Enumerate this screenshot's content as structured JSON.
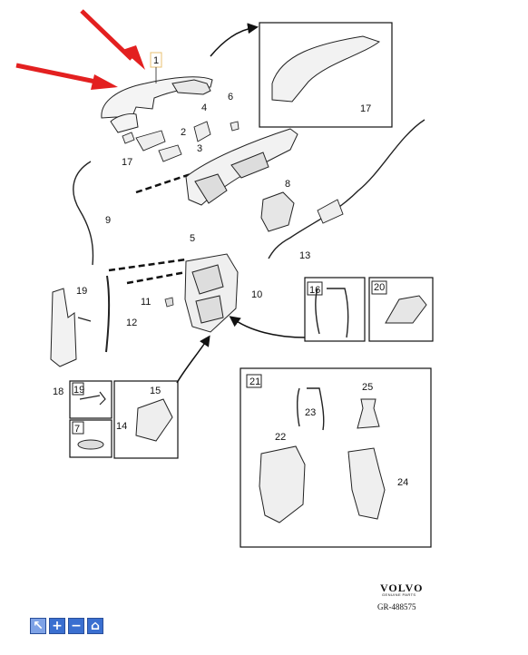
{
  "part_labels": {
    "p1": "1",
    "p2": "2",
    "p3": "3",
    "p4": "4",
    "p5": "5",
    "p6": "6",
    "p7": "7",
    "p8": "8",
    "p9": "9",
    "p10": "10",
    "p11": "11",
    "p12": "12",
    "p13": "13",
    "p14": "14",
    "p15": "15",
    "p16": "16",
    "p17a": "17",
    "p17b": "17",
    "p18": "18",
    "p19a": "19",
    "p19b": "19",
    "p20": "20",
    "p21": "21",
    "p22": "22",
    "p23": "23",
    "p24": "24",
    "p25": "25"
  },
  "footer": {
    "brand": "VOLVO",
    "tagline": "GENUINE PARTS",
    "reference": "GR-488575"
  },
  "toolbar": [
    {
      "name": "select-tool-icon",
      "glyph": "↖"
    },
    {
      "name": "zoom-in-icon",
      "glyph": "+"
    },
    {
      "name": "zoom-out-icon",
      "glyph": "−"
    },
    {
      "name": "home-icon",
      "glyph": "⌂"
    }
  ],
  "colors": {
    "arrow": "#e32020",
    "line": "#222222",
    "label_box": "#e8c070"
  }
}
